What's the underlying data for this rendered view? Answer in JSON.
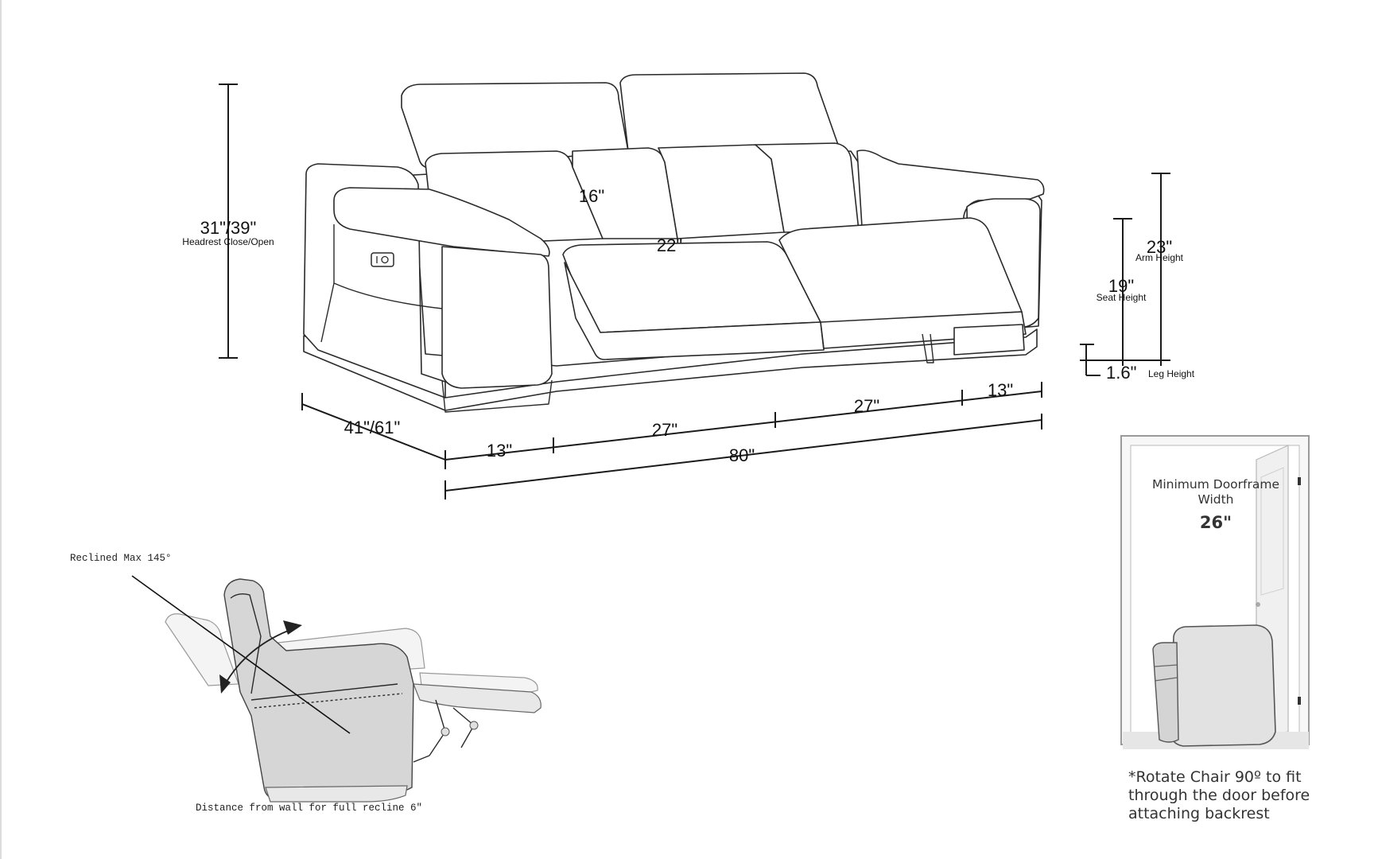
{
  "dimensions": {
    "height": "31\"/39\"",
    "height_caption": "Headrest Close/Open",
    "headrest_width": "16\"",
    "seat_width": "22\"",
    "arm_height": "23\"",
    "arm_height_caption": "Arm Height",
    "seat_height": "19\"",
    "seat_height_caption": "Seat Height",
    "leg_height": "1.6\"",
    "leg_height_caption": "Leg Height",
    "depth": "41\"/61\"",
    "arm_left": "13\"",
    "section_left": "27\"",
    "section_right": "27\"",
    "arm_right": "13\"",
    "total_width": "80\""
  },
  "recline": {
    "angle_label": "Reclined Max 145°",
    "wall_distance_label": "Distance from wall for full recline 6\""
  },
  "doorframe": {
    "title_line1": "Minimum Doorframe",
    "title_line2": "Width",
    "width": "26\"",
    "note_line1": "*Rotate Chair 90º to fit",
    "note_line2": "through the door before",
    "note_line3": "attaching backrest"
  },
  "icons": {
    "power_button": "power-button-icon"
  }
}
